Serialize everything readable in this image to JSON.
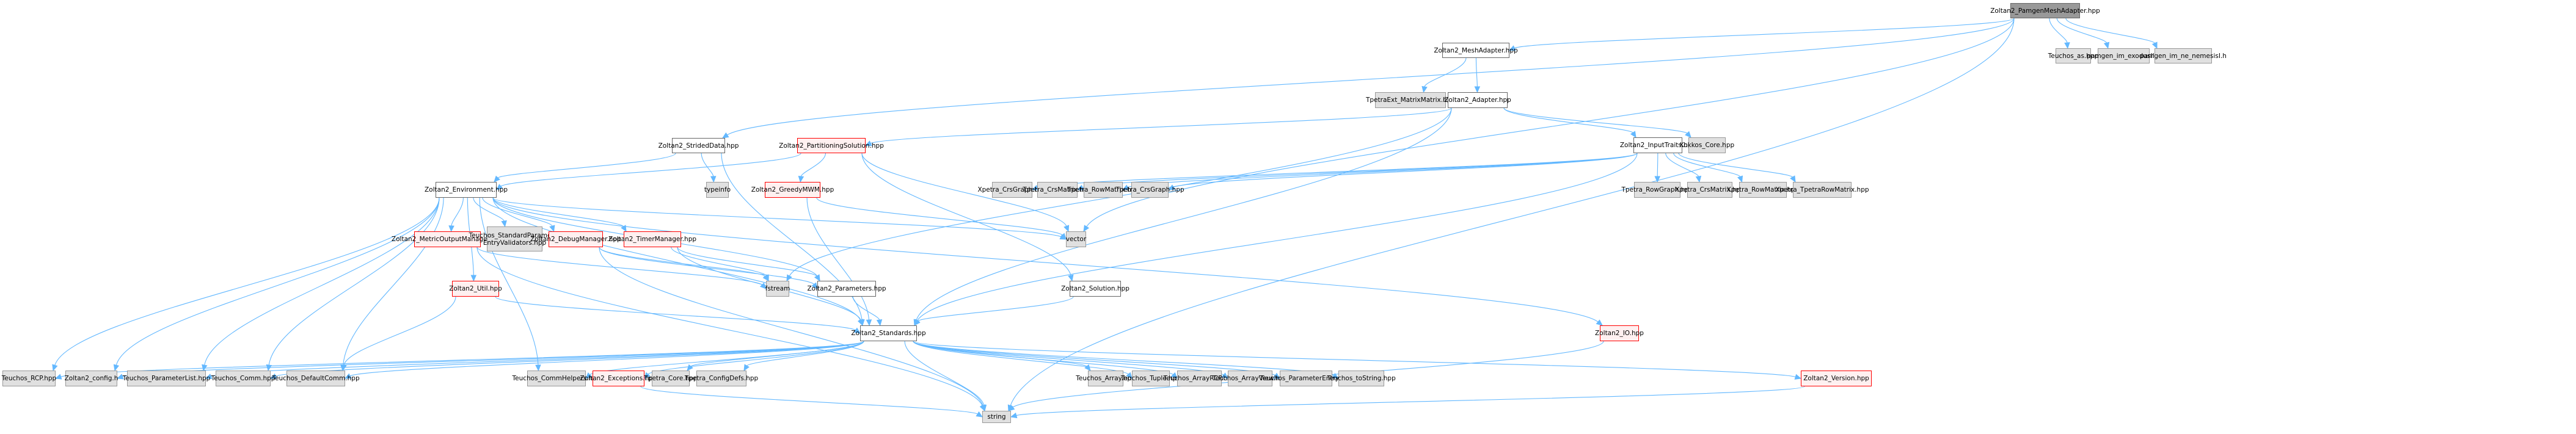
{
  "graph": {
    "title": "Zoltan2_PamgenMeshAdapter.hpp include dependency graph",
    "colors": {
      "edge": "#63b8ff",
      "root_fill": "#999999",
      "documented_fill": "#ffffff",
      "external_fill": "#e0e0e0",
      "truncated_border": "#ff0000",
      "truncated_fill": "#fff0f0"
    },
    "nodes": [
      {
        "id": "pamgenmeshadapter",
        "label": "Zoltan2_PamgenMeshAdapter.hpp",
        "kind": "root"
      },
      {
        "id": "meshadapter",
        "label": "Zoltan2_MeshAdapter.hpp",
        "kind": "doc"
      },
      {
        "id": "teuchos_as",
        "label": "Teuchos_as.hpp",
        "kind": "ext"
      },
      {
        "id": "pamgen_exodus",
        "label": "pamgen_im_exodusII.h",
        "kind": "ext"
      },
      {
        "id": "pamgen_nemesis",
        "label": "pamgen_im_ne_nemesisI.h",
        "kind": "ext"
      },
      {
        "id": "tpetraext_mm",
        "label": "TpetraExt_MatrixMatrix.hpp",
        "kind": "ext"
      },
      {
        "id": "adapter",
        "label": "Zoltan2_Adapter.hpp",
        "kind": "doc"
      },
      {
        "id": "strideddata",
        "label": "Zoltan2_StridedData.hpp",
        "kind": "doc"
      },
      {
        "id": "partsolution",
        "label": "Zoltan2_PartitioningSolution.hpp",
        "kind": "red"
      },
      {
        "id": "inputtraits",
        "label": "Zoltan2_InputTraits.hpp",
        "kind": "doc"
      },
      {
        "id": "kokkos_core",
        "label": "Kokkos_Core.hpp",
        "kind": "ext"
      },
      {
        "id": "environment",
        "label": "Zoltan2_Environment.hpp",
        "kind": "doc"
      },
      {
        "id": "typeinfo",
        "label": "typeinfo",
        "kind": "ext"
      },
      {
        "id": "greedymwm",
        "label": "Zoltan2_GreedyMWM.hpp",
        "kind": "red"
      },
      {
        "id": "xpetra_crsgraph",
        "label": "Xpetra_CrsGraph.hpp",
        "kind": "ext"
      },
      {
        "id": "tpetra_crsmatrix",
        "label": "Tpetra_CrsMatrix.hpp",
        "kind": "ext"
      },
      {
        "id": "tpetra_rowmatrix",
        "label": "Tpetra_RowMatrix.hpp",
        "kind": "ext"
      },
      {
        "id": "tpetra_crsgraph",
        "label": "Tpetra_CrsGraph.hpp",
        "kind": "ext"
      },
      {
        "id": "tpetra_rowgraph",
        "label": "Tpetra_RowGraph.hpp",
        "kind": "ext"
      },
      {
        "id": "xpetra_crsmatrix",
        "label": "Xpetra_CrsMatrix.hpp",
        "kind": "ext"
      },
      {
        "id": "xpetra_rowmatrix",
        "label": "Xpetra_RowMatrix.hpp",
        "kind": "ext"
      },
      {
        "id": "xpetra_tpetrarowmatrix",
        "label": "Xpetra_TpetraRowMatrix.hpp",
        "kind": "ext"
      },
      {
        "id": "metricoutput",
        "label": "Zoltan2_MetricOutputManager.hpp",
        "kind": "red"
      },
      {
        "id": "teuchos_stdparam",
        "label": "Teuchos_StandardParameter\nEntryValidators.hpp",
        "kind": "ext"
      },
      {
        "id": "debugmanager",
        "label": "Zoltan2_DebugManager.hpp",
        "kind": "red"
      },
      {
        "id": "timermanager",
        "label": "Zoltan2_TimerManager.hpp",
        "kind": "red"
      },
      {
        "id": "vector",
        "label": "vector",
        "kind": "ext"
      },
      {
        "id": "util",
        "label": "Zoltan2_Util.hpp",
        "kind": "red"
      },
      {
        "id": "fstream",
        "label": "fstream",
        "kind": "ext"
      },
      {
        "id": "parameters",
        "label": "Zoltan2_Parameters.hpp",
        "kind": "doc"
      },
      {
        "id": "solution",
        "label": "Zoltan2_Solution.hpp",
        "kind": "doc"
      },
      {
        "id": "io",
        "label": "Zoltan2_IO.hpp",
        "kind": "red"
      },
      {
        "id": "standards",
        "label": "Zoltan2_Standards.hpp",
        "kind": "doc"
      },
      {
        "id": "teuchos_rcp",
        "label": "Teuchos_RCP.hpp",
        "kind": "ext"
      },
      {
        "id": "zoltan2_config",
        "label": "Zoltan2_config.h",
        "kind": "ext"
      },
      {
        "id": "teuchos_paramlist",
        "label": "Teuchos_ParameterList.hpp",
        "kind": "ext"
      },
      {
        "id": "teuchos_comm",
        "label": "Teuchos_Comm.hpp",
        "kind": "ext"
      },
      {
        "id": "teuchos_defaultcomm",
        "label": "Teuchos_DefaultComm.hpp",
        "kind": "ext"
      },
      {
        "id": "teuchos_commhelpers",
        "label": "Teuchos_CommHelpers.hpp",
        "kind": "ext"
      },
      {
        "id": "exceptions",
        "label": "Zoltan2_Exceptions.hpp",
        "kind": "red"
      },
      {
        "id": "tpetra_core",
        "label": "Tpetra_Core.hpp",
        "kind": "ext"
      },
      {
        "id": "tpetra_configdefs",
        "label": "Tpetra_ConfigDefs.hpp",
        "kind": "ext"
      },
      {
        "id": "teuchos_array",
        "label": "Teuchos_Array.hpp",
        "kind": "ext"
      },
      {
        "id": "teuchos_tuple",
        "label": "Teuchos_Tuple.hpp",
        "kind": "ext"
      },
      {
        "id": "teuchos_arrayrcp",
        "label": "Teuchos_ArrayRCP.hpp",
        "kind": "ext"
      },
      {
        "id": "teuchos_arrayview",
        "label": "Teuchos_ArrayView.hpp",
        "kind": "ext"
      },
      {
        "id": "teuchos_paramentry",
        "label": "Teuchos_ParameterEntry.hpp",
        "kind": "ext"
      },
      {
        "id": "teuchos_tostring",
        "label": "Teuchos_toString.hpp",
        "kind": "ext"
      },
      {
        "id": "version",
        "label": "Zoltan2_Version.hpp",
        "kind": "red"
      },
      {
        "id": "string",
        "label": "string",
        "kind": "ext"
      }
    ],
    "edges": [
      [
        "pamgenmeshadapter",
        "meshadapter"
      ],
      [
        "pamgenmeshadapter",
        "teuchos_as"
      ],
      [
        "pamgenmeshadapter",
        "pamgen_exodus"
      ],
      [
        "pamgenmeshadapter",
        "pamgen_nemesis"
      ],
      [
        "pamgenmeshadapter",
        "strideddata"
      ],
      [
        "pamgenmeshadapter",
        "vector"
      ],
      [
        "pamgenmeshadapter",
        "string"
      ],
      [
        "meshadapter",
        "tpetraext_mm"
      ],
      [
        "meshadapter",
        "adapter"
      ],
      [
        "adapter",
        "partsolution"
      ],
      [
        "adapter",
        "inputtraits"
      ],
      [
        "adapter",
        "kokkos_core"
      ],
      [
        "adapter",
        "standards"
      ],
      [
        "adapter",
        "fstream"
      ],
      [
        "strideddata",
        "environment"
      ],
      [
        "strideddata",
        "typeinfo"
      ],
      [
        "strideddata",
        "standards"
      ],
      [
        "partsolution",
        "environment"
      ],
      [
        "partsolution",
        "greedymwm"
      ],
      [
        "partsolution",
        "vector"
      ],
      [
        "partsolution",
        "solution"
      ],
      [
        "greedymwm",
        "standards"
      ],
      [
        "greedymwm",
        "vector"
      ],
      [
        "inputtraits",
        "xpetra_crsgraph"
      ],
      [
        "inputtraits",
        "tpetra_crsmatrix"
      ],
      [
        "inputtraits",
        "tpetra_rowmatrix"
      ],
      [
        "inputtraits",
        "tpetra_crsgraph"
      ],
      [
        "inputtraits",
        "tpetra_rowgraph"
      ],
      [
        "inputtraits",
        "xpetra_crsmatrix"
      ],
      [
        "inputtraits",
        "xpetra_rowmatrix"
      ],
      [
        "inputtraits",
        "xpetra_tpetrarowmatrix"
      ],
      [
        "inputtraits",
        "standards"
      ],
      [
        "environment",
        "metricoutput"
      ],
      [
        "environment",
        "teuchos_stdparam"
      ],
      [
        "environment",
        "debugmanager"
      ],
      [
        "environment",
        "timermanager"
      ],
      [
        "environment",
        "vector"
      ],
      [
        "environment",
        "util"
      ],
      [
        "environment",
        "parameters"
      ],
      [
        "environment",
        "io"
      ],
      [
        "environment",
        "standards"
      ],
      [
        "environment",
        "teuchos_rcp"
      ],
      [
        "environment",
        "zoltan2_config"
      ],
      [
        "environment",
        "teuchos_paramlist"
      ],
      [
        "environment",
        "teuchos_comm"
      ],
      [
        "environment",
        "teuchos_defaultcomm"
      ],
      [
        "environment",
        "teuchos_commhelpers"
      ],
      [
        "metricoutput",
        "fstream"
      ],
      [
        "metricoutput",
        "string"
      ],
      [
        "debugmanager",
        "fstream"
      ],
      [
        "debugmanager",
        "parameters"
      ],
      [
        "debugmanager",
        "string"
      ],
      [
        "timermanager",
        "fstream"
      ],
      [
        "timermanager",
        "parameters"
      ],
      [
        "timermanager",
        "standards"
      ],
      [
        "util",
        "standards"
      ],
      [
        "util",
        "teuchos_defaultcomm"
      ],
      [
        "parameters",
        "standards"
      ],
      [
        "solution",
        "standards"
      ],
      [
        "io",
        "string"
      ],
      [
        "standards",
        "teuchos_rcp"
      ],
      [
        "standards",
        "zoltan2_config"
      ],
      [
        "standards",
        "teuchos_paramlist"
      ],
      [
        "standards",
        "teuchos_comm"
      ],
      [
        "standards",
        "teuchos_defaultcomm"
      ],
      [
        "standards",
        "teuchos_commhelpers"
      ],
      [
        "standards",
        "exceptions"
      ],
      [
        "standards",
        "tpetra_core"
      ],
      [
        "standards",
        "tpetra_configdefs"
      ],
      [
        "standards",
        "teuchos_array"
      ],
      [
        "standards",
        "teuchos_tuple"
      ],
      [
        "standards",
        "teuchos_arrayrcp"
      ],
      [
        "standards",
        "teuchos_arrayview"
      ],
      [
        "standards",
        "teuchos_paramentry"
      ],
      [
        "standards",
        "teuchos_tostring"
      ],
      [
        "standards",
        "version"
      ],
      [
        "standards",
        "string"
      ],
      [
        "exceptions",
        "string"
      ],
      [
        "version",
        "string"
      ]
    ]
  }
}
